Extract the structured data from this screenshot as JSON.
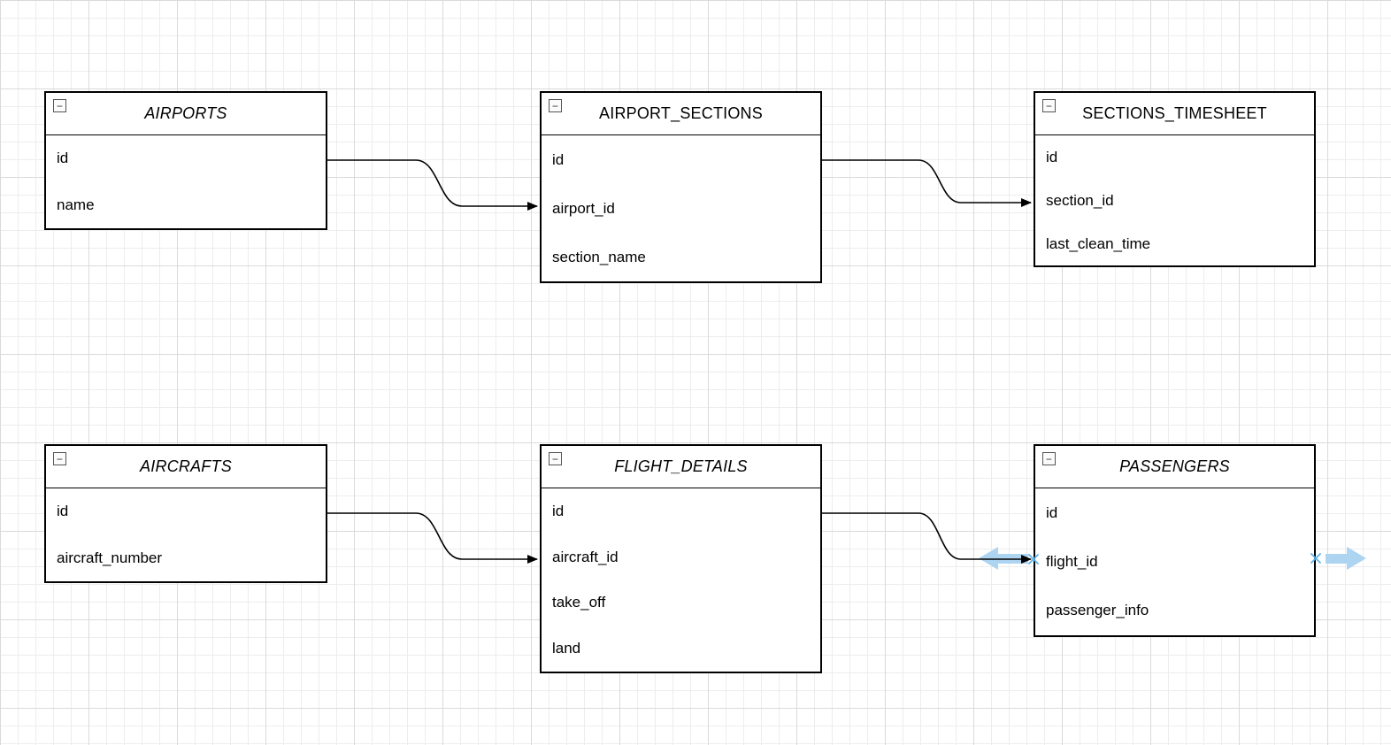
{
  "diagram_type": "entity-relationship",
  "icons": {
    "collapse_glyph": "−"
  },
  "colors": {
    "entity_border": "#000000",
    "entity_background": "#ffffff",
    "connector": "#000000",
    "grid_minor": "#ededed",
    "grid_major": "#dadada",
    "directional_hover_arrow": "#a9d3f0",
    "connection_point_x": "#5fb4ea"
  },
  "tables": [
    {
      "id": "airports",
      "title": "AIRPORTS",
      "fields": [
        "id",
        "name"
      ]
    },
    {
      "id": "airport_sections",
      "title": "AIRPORT_SECTIONS",
      "fields": [
        "id",
        "airport_id",
        "section_name"
      ]
    },
    {
      "id": "sections_timesheet",
      "title": "SECTIONS_TIMESHEET",
      "fields": [
        "id",
        "section_id",
        "last_clean_time"
      ]
    },
    {
      "id": "aircrafts",
      "title": "AIRCRAFTS",
      "fields": [
        "id",
        "aircraft_number"
      ]
    },
    {
      "id": "flight_details",
      "title": "FLIGHT_DETAILS",
      "fields": [
        "id",
        "aircraft_id",
        "take_off",
        "land"
      ]
    },
    {
      "id": "passengers",
      "title": "PASSENGERS",
      "fields": [
        "id",
        "flight_id",
        "passenger_info"
      ]
    }
  ],
  "connections": [
    {
      "from": "AIRPORTS.id",
      "to": "AIRPORT_SECTIONS.airport_id",
      "arrow": "to"
    },
    {
      "from": "AIRPORT_SECTIONS.id",
      "to": "SECTIONS_TIMESHEET.section_id",
      "arrow": "to"
    },
    {
      "from": "AIRCRAFTS.id",
      "to": "FLIGHT_DETAILS.aircraft_id",
      "arrow": "to"
    },
    {
      "from": "FLIGHT_DETAILS.id",
      "to": "PASSENGERS.flight_id",
      "arrow": "to"
    }
  ]
}
